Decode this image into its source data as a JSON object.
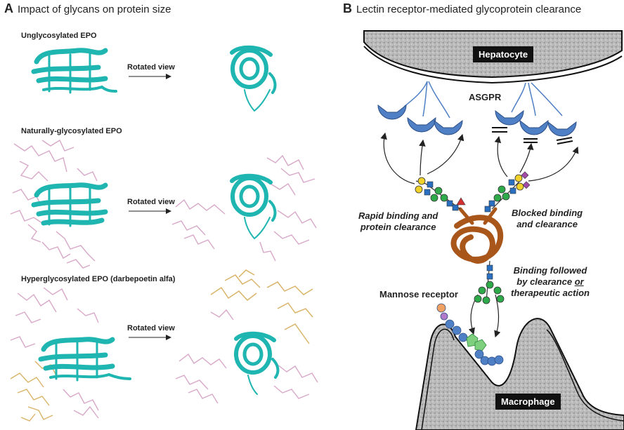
{
  "panel_a": {
    "letter": "A",
    "title": "Impact of glycans on protein size",
    "rows": [
      {
        "label": "Unglycosylated EPO",
        "rotated": "Rotated view"
      },
      {
        "label": "Naturally-glycosylated EPO",
        "rotated": "Rotated view"
      },
      {
        "label": "Hyperglycosylated EPO (darbepoetin alfa)",
        "rotated": "Rotated view"
      }
    ]
  },
  "panel_b": {
    "letter": "B",
    "title": "Lectin receptor-mediated glycoprotein clearance",
    "hepatocyte": "Hepatocyte",
    "asgpr": "ASGPR",
    "rapid_1": "Rapid binding and",
    "rapid_2": "protein clearance",
    "blocked_1": "Blocked binding",
    "blocked_2": "and clearance",
    "followed_1": "Binding followed",
    "followed_2": "by clearance",
    "followed_or": "or",
    "followed_3": "therapeutic action",
    "mannose": "Mannose receptor",
    "macrophage": "Macrophage"
  },
  "colors": {
    "protein": "#1fb5b0",
    "glycan_pink": "#d8a8c8",
    "glycan_tan": "#d9b469",
    "cell_fill": "#b8b8b8",
    "receptor": "#4f7fc4",
    "chain": "#a8561a",
    "hexnac": "#2a6fc0",
    "mannose": "#2eaa4a",
    "galactose": "#f0d22a",
    "sialic": "#a24aa8",
    "fucose": "#d33030"
  }
}
